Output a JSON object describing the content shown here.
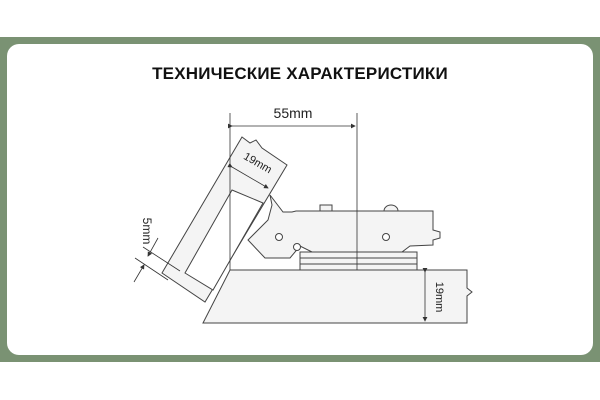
{
  "title": "ТЕХНИЧЕСКИЕ ХАРАКТЕРИСТИКИ",
  "diagram": {
    "dim_overlay": "55mm",
    "dim_door_thickness": "19mm",
    "dim_gap": "5mm",
    "dim_panel_thickness": "19mm"
  },
  "colors": {
    "frame": "#7a9273",
    "line": "#444444",
    "fill": "#f4f4f4"
  }
}
